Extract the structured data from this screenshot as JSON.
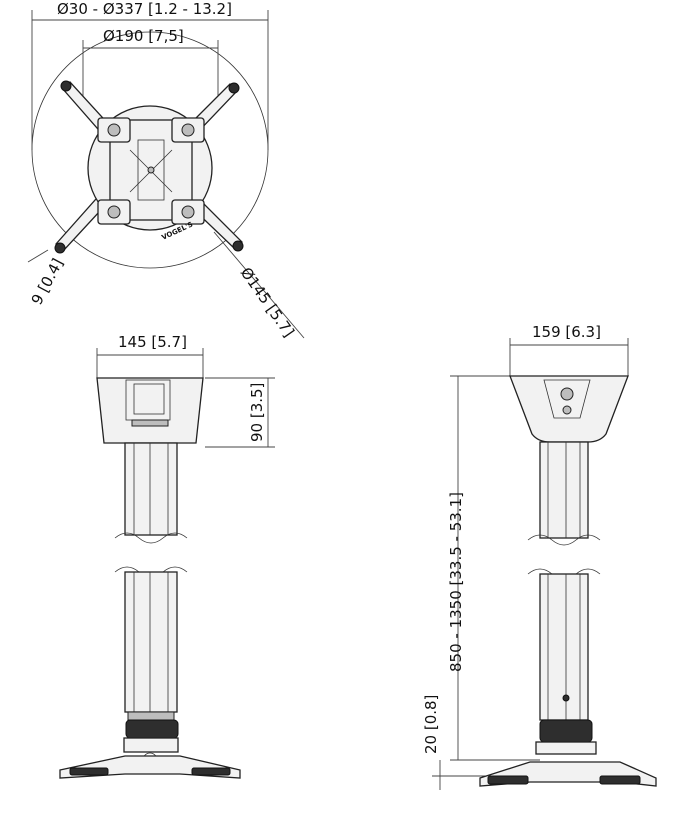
{
  "dimensions": {
    "top_circle": "Ø30 - Ø337 [1.2 - 13.2]",
    "top_inner": "Ø190 [7,5]",
    "top_hole": "9 [0.4]",
    "top_diag": "Ø145 [5.7]",
    "front_width": "145 [5.7]",
    "front_height": "90 [3.5]",
    "side_width": "159 [6.3]",
    "side_length": "850 - 1350 [33.5 - 53.1]",
    "side_base": "20 [0.8]"
  },
  "brand": "VOGEL'S"
}
